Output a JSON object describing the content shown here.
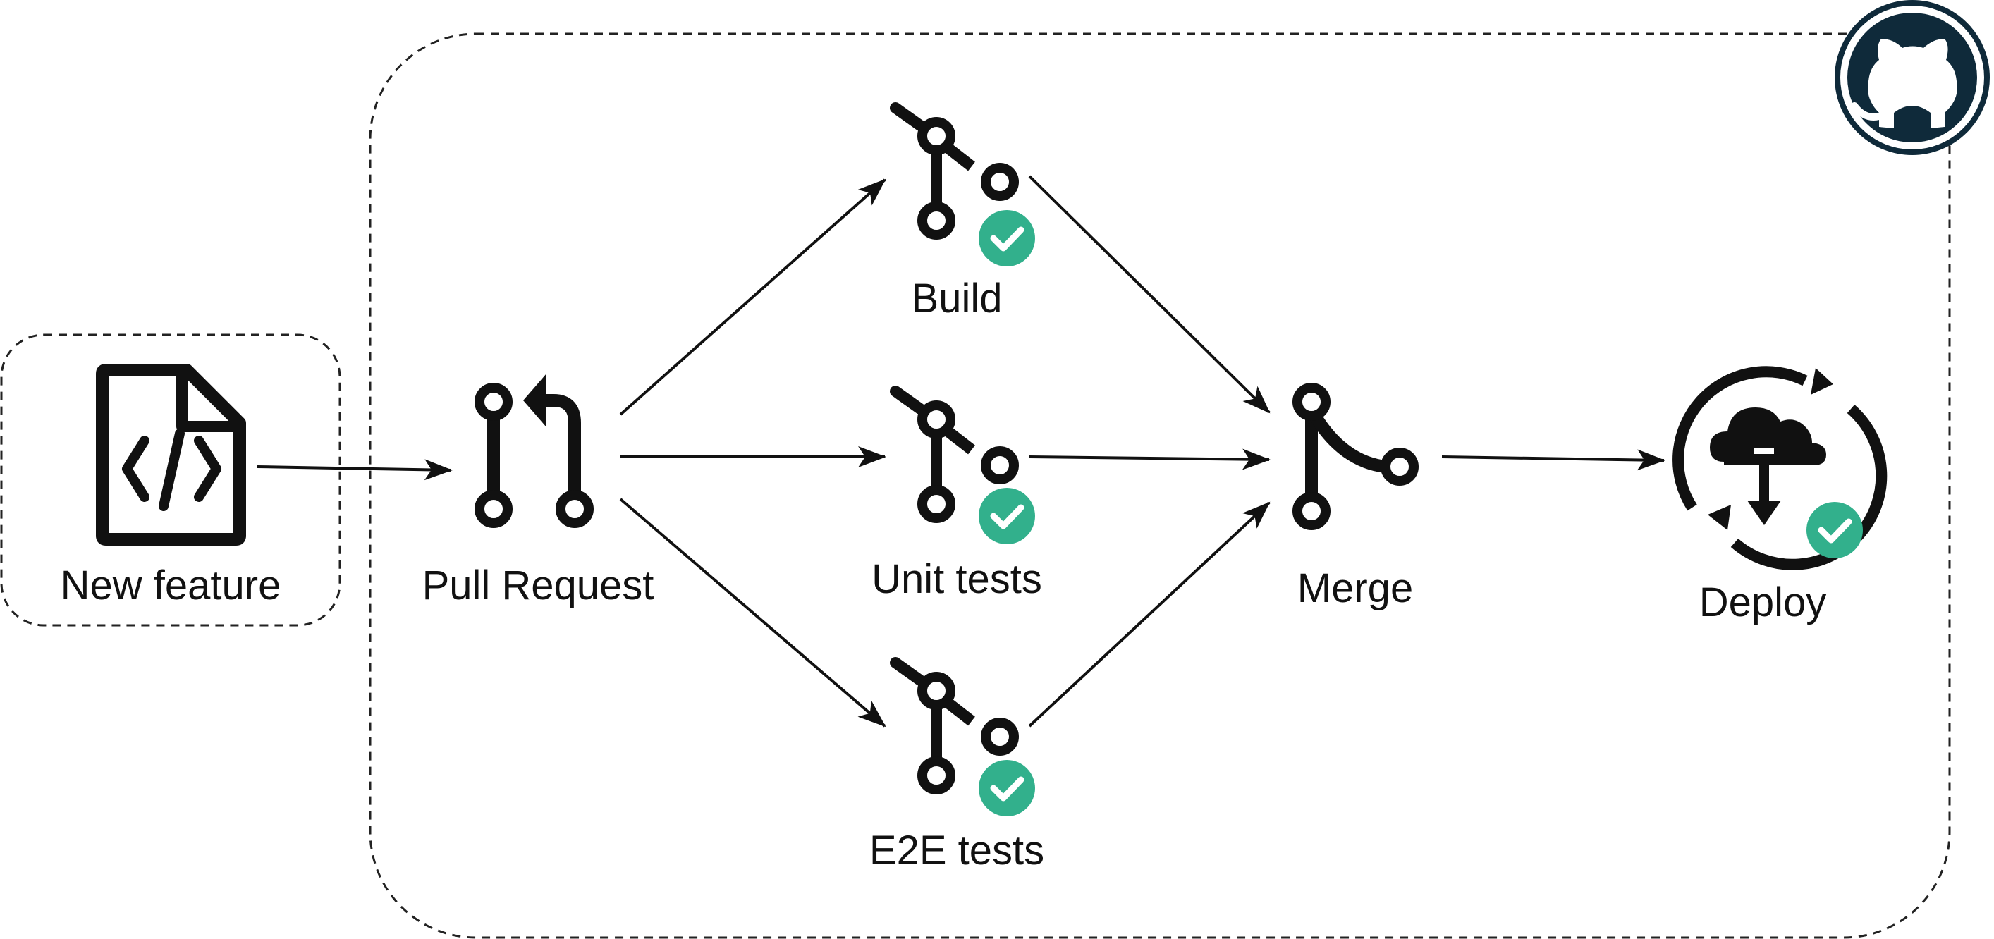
{
  "nodes": {
    "new_feature": {
      "label": "New feature",
      "icon": "code-file-icon"
    },
    "pull_request": {
      "label": "Pull Request",
      "icon": "pull-request-icon"
    },
    "build": {
      "label": "Build",
      "icon": "git-branch-icon",
      "status": "passed"
    },
    "unit_tests": {
      "label": "Unit tests",
      "icon": "git-branch-icon",
      "status": "passed"
    },
    "e2e_tests": {
      "label": "E2E tests",
      "icon": "git-branch-icon",
      "status": "passed"
    },
    "merge": {
      "label": "Merge",
      "icon": "git-merge-icon"
    },
    "deploy": {
      "label": "Deploy",
      "icon": "cloud-deploy-icon",
      "status": "passed"
    }
  },
  "edges": [
    [
      "new_feature",
      "pull_request"
    ],
    [
      "pull_request",
      "build"
    ],
    [
      "pull_request",
      "unit_tests"
    ],
    [
      "pull_request",
      "e2e_tests"
    ],
    [
      "build",
      "merge"
    ],
    [
      "unit_tests",
      "merge"
    ],
    [
      "e2e_tests",
      "merge"
    ],
    [
      "merge",
      "deploy"
    ]
  ],
  "badge": {
    "icon": "github-octocat-icon"
  },
  "colors": {
    "check": "#32b08c",
    "icon": "#111111",
    "github": "#0f2a3a",
    "border": "#222222"
  }
}
